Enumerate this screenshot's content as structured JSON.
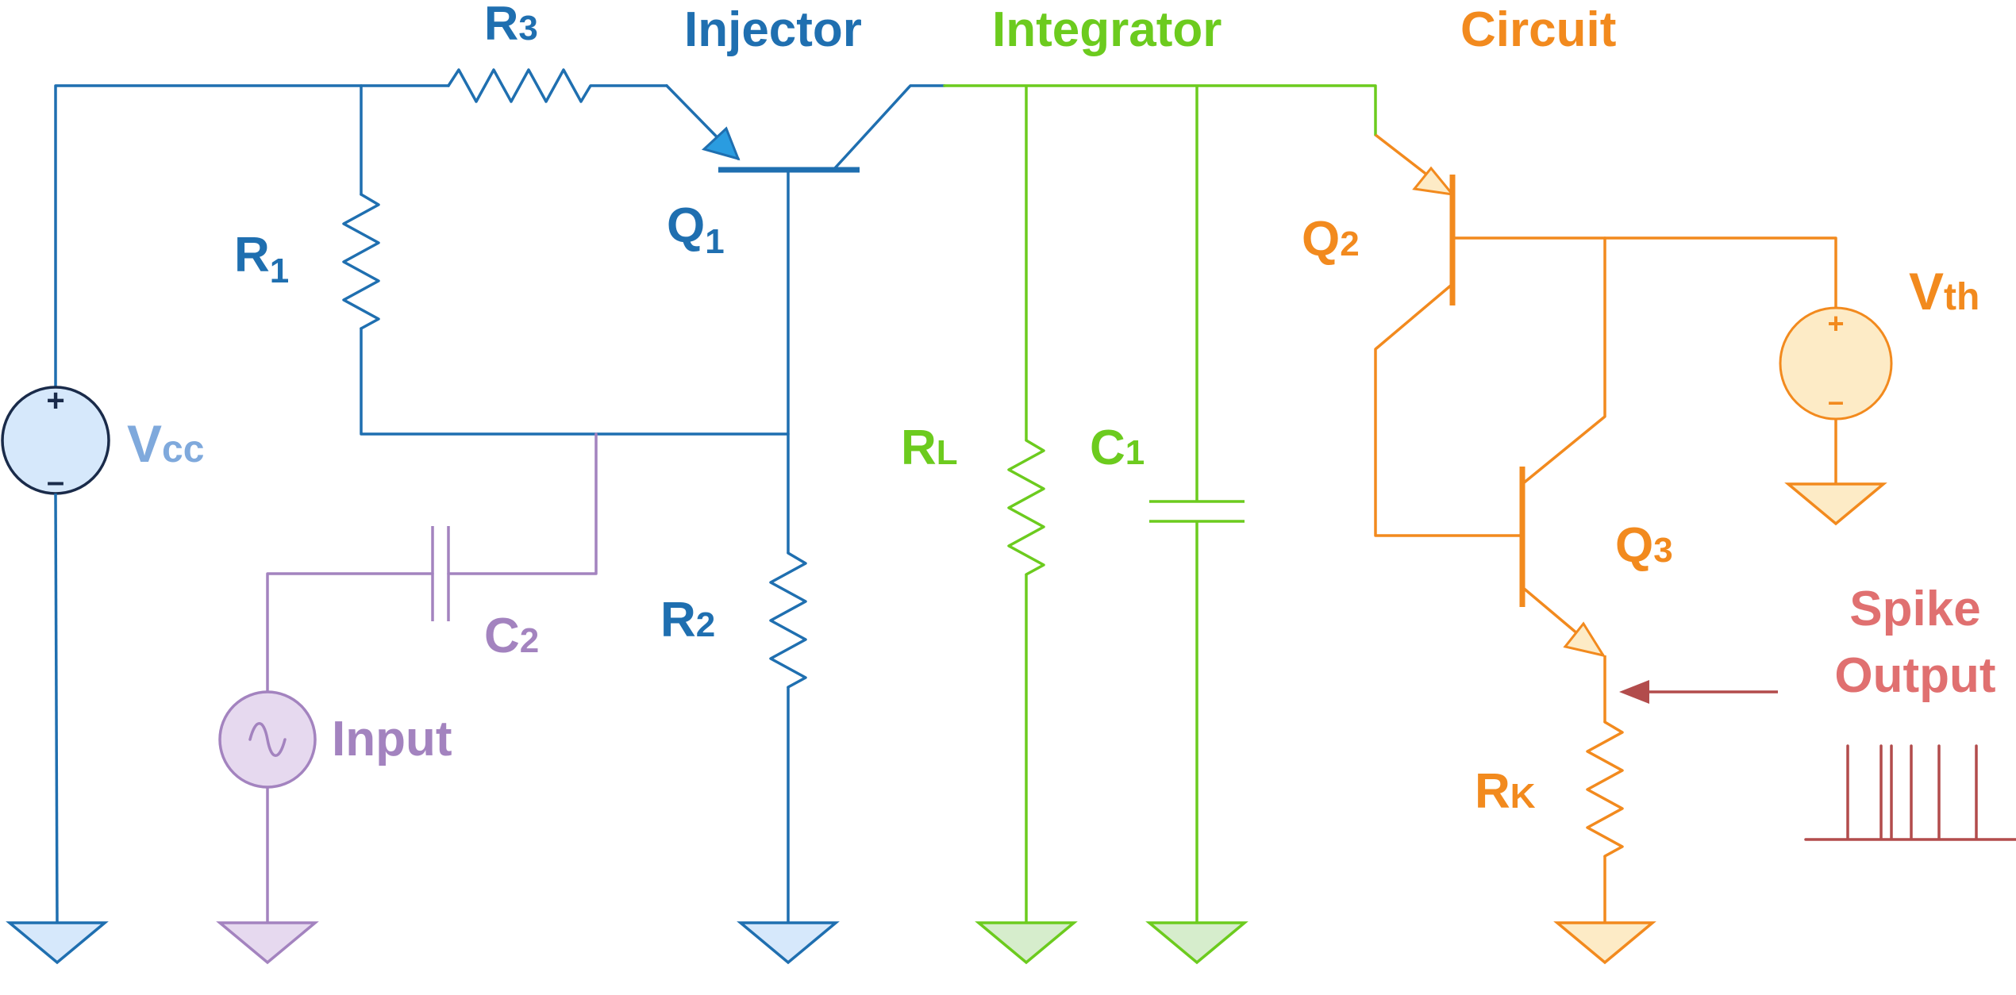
{
  "titles": {
    "injector": "Injector",
    "integrator": "Integrator",
    "circuit": "Circuit"
  },
  "labels": {
    "r3_main": "R",
    "r3_sub": "3",
    "r1_main": "R",
    "r1_sub": "1",
    "q1_main": "Q",
    "q1_sub": "1",
    "vcc_main": "V",
    "vcc_sub": "cc",
    "c2_main": "C",
    "c2_sub": "2",
    "input": "Input",
    "r2_main": "R",
    "r2_sub": "2",
    "rl_main": "R",
    "rl_sub": "L",
    "c1_main": "C",
    "c1_sub": "1",
    "q2_main": "Q",
    "q2_sub": "2",
    "vth_main": "V",
    "vth_sub": "th",
    "q3_main": "Q",
    "q3_sub": "3",
    "rk_main": "R",
    "rk_sub": "K",
    "spike_line1": "Spike",
    "spike_line2": "Output"
  },
  "symbols": {
    "plus": "+",
    "minus": "–"
  },
  "colors": {
    "injector": "#1f6fb0",
    "vcc_text": "#7fa9dc",
    "vcc_fill": "#d6e8fb",
    "input_path": "#a383bf",
    "input_fill": "#e6d9ef",
    "integrator": "#6ccb1e",
    "integrator_fill": "#d6edcc",
    "circuit": "#f28a1e",
    "vth_fill": "#fdebc6",
    "spike": "#b24c4c",
    "spike_text": "#e07070",
    "ground_blue_fill": "#d6e8fb"
  }
}
